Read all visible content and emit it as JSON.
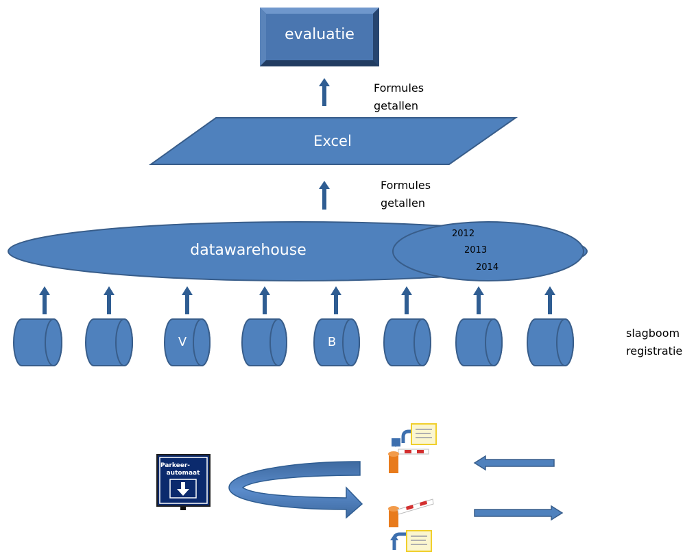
{
  "colors": {
    "shape_fill": "#4f81bd",
    "shape_stroke": "#385d8a",
    "evaluatie_fill": "#4a76b0",
    "evaluatie_border": "#2b4e7d",
    "sign_blue": "#0b2a6d",
    "barrier_orange": "#e87b1c",
    "barrier_red": "#d32f2f",
    "ticket_yellow": "#f2e27a"
  },
  "nodes": {
    "evaluatie": "evaluatie",
    "excel": "Excel",
    "datawarehouse": "datawarehouse",
    "years": [
      "2012",
      "2013",
      "2014"
    ]
  },
  "flow_labels": {
    "upper": [
      "Formules",
      "getallen"
    ],
    "lower": [
      "Formules",
      "getallen"
    ]
  },
  "sources": {
    "labels": [
      "",
      "",
      "V",
      "",
      "B",
      "",
      "",
      ""
    ],
    "caption": [
      "slagboom",
      "registratie"
    ]
  },
  "bottom": {
    "sign_text": [
      "Parkeer-",
      "automaat"
    ],
    "sign_icon": "arrow-down-icon",
    "icons": [
      "curved-arrow-icon",
      "barrier-gate-icon",
      "ticket-icon",
      "left-arrow-icon",
      "right-arrow-icon"
    ]
  }
}
